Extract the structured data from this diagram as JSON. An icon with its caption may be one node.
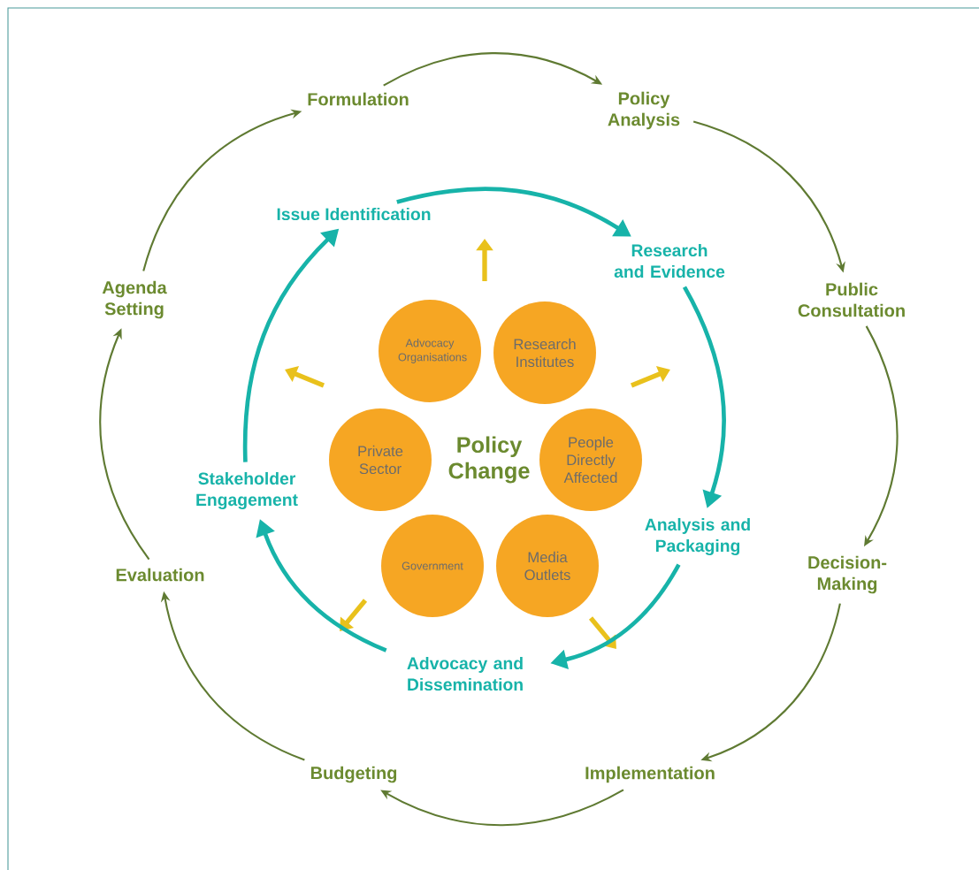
{
  "diagram": {
    "nodes": [
      {
        "text": [
          "Formulation"
        ]
      },
      {
        "text": [
          "Policy Analysis"
        ]
      },
      {
        "text": [
          "Public Consultation"
        ]
      },
      {
        "text": [
          "Decision-Making"
        ]
      },
      {
        "text": [
          "Implementation"
        ]
      },
      {
        "text": [
          "Budgeting"
        ]
      },
      {
        "text": [
          "Evaluation"
        ]
      },
      {
        "text": [
          "Agenda Setting"
        ]
      },
      {
        "text": [
          "Issue Identification"
        ]
      },
      {
        "text": [
          "Research and Evidence"
        ]
      },
      {
        "text": [
          "Analysis and Packaging"
        ]
      },
      {
        "text": [
          "Advocacy and Dissemination"
        ]
      },
      {
        "text": [
          "Stakeholder Engagement"
        ]
      },
      {
        "text": [
          "Policy Change"
        ]
      },
      {
        "text": [
          "Advocacy Organisations"
        ]
      },
      {
        "text": [
          "Research Institutes"
        ]
      },
      {
        "text": [
          "Private Sector"
        ]
      },
      {
        "text": [
          "People Directly Affected"
        ]
      },
      {
        "text": [
          "Government"
        ]
      },
      {
        "text": [
          "Media Outlets"
        ]
      }
    ],
    "edges": [
      {
        "from": 0,
        "to": 1,
        "arrow": "to"
      },
      {
        "from": 1,
        "to": 2,
        "arrow": "to"
      },
      {
        "from": 2,
        "to": 3,
        "arrow": "to"
      },
      {
        "from": 3,
        "to": 4,
        "arrow": "to"
      },
      {
        "from": 4,
        "to": 5,
        "arrow": "to"
      },
      {
        "from": 5,
        "to": 6,
        "arrow": "to"
      },
      {
        "from": 6,
        "to": 7,
        "arrow": "to"
      },
      {
        "from": 7,
        "to": 0,
        "arrow": "to"
      },
      {
        "from": 8,
        "to": 9,
        "arrow": "to",
        "style": "thick",
        "color": "#17b3a9"
      },
      {
        "from": 9,
        "to": 10,
        "arrow": "to",
        "style": "thick",
        "color": "#17b3a9"
      },
      {
        "from": 10,
        "to": 11,
        "arrow": "to",
        "style": "thick",
        "color": "#17b3a9"
      },
      {
        "from": 11,
        "to": 12,
        "arrow": "to",
        "style": "thick",
        "color": "#17b3a9"
      },
      {
        "from": 12,
        "to": 8,
        "arrow": "to",
        "style": "thick",
        "color": "#17b3a9"
      }
    ]
  }
}
